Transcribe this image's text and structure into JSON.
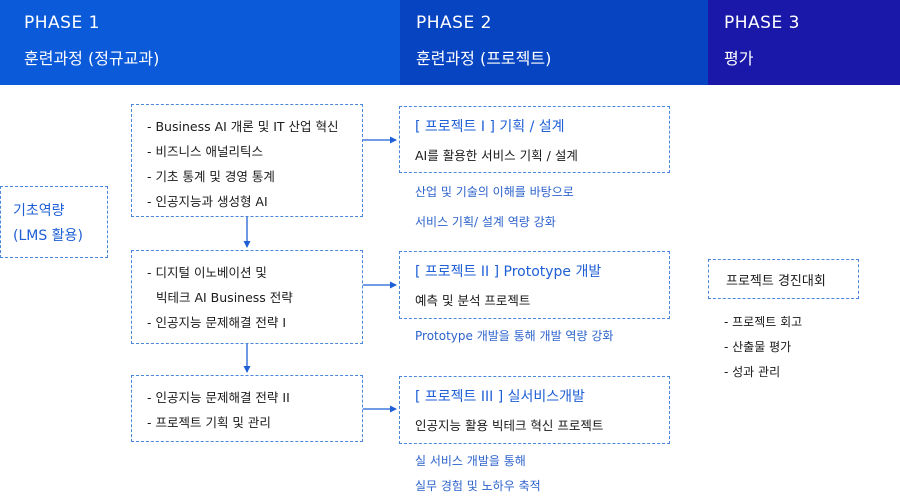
{
  "phases": [
    {
      "title": "PHASE 1",
      "subtitle": "훈련과정 (정규교과)"
    },
    {
      "title": "PHASE 2",
      "subtitle": "훈련과정 (프로젝트)"
    },
    {
      "title": "PHASE 3",
      "subtitle": "평가"
    }
  ],
  "basic_box": {
    "line1": "기초역량",
    "line2": "(LMS 활용)"
  },
  "courses": [
    {
      "items": [
        "- Business AI 개론 및 IT 산업 혁신",
        "- 비즈니스 애널리틱스",
        "- 기초 통계 및 경영 통계",
        "- 인공지능과 생성형 AI"
      ]
    },
    {
      "items": [
        "- 디지털 이노베이션 및",
        "  빅테크 AI Business 전략",
        "- 인공지능 문제해결 전략 I"
      ]
    },
    {
      "items": [
        "- 인공지능 문제해결 전략 II",
        "- 프로젝트 기획 및 관리"
      ]
    }
  ],
  "projects": [
    {
      "title": "[   프로젝트 I ] 기획 / 설계",
      "desc": "AI를 활용한 서비스 기획 / 설계",
      "notes": [
        "산업 및 기술의 이해를 바탕으로",
        "서비스 기획/  설계 역량 강화"
      ]
    },
    {
      "title": "[ 프로젝트 II ] Prototype 개발",
      "desc": "예측 및 분석 프로젝트",
      "notes": [
        "Prototype 개발을 통해 개발 역량 강화"
      ]
    },
    {
      "title": "[   프로젝트 III ] 실서비스개발",
      "desc": "인공지능 활용 빅테크 혁신 프로젝트",
      "notes": [
        "실 서비스 개발을 통해",
        "실무 경험 및 노하우 축적"
      ]
    }
  ],
  "evaluation": {
    "title": "프로젝트 경진대회",
    "items": [
      "- 프로젝트 회고",
      "- 산출물 평가",
      "- 성과 관리"
    ]
  },
  "colors": {
    "phase1": "#0b5ad9",
    "phase2": "#0744c2",
    "phase3": "#1a18a8",
    "accent_text": "#1f5fd6",
    "connector": "#1f5fd6"
  }
}
